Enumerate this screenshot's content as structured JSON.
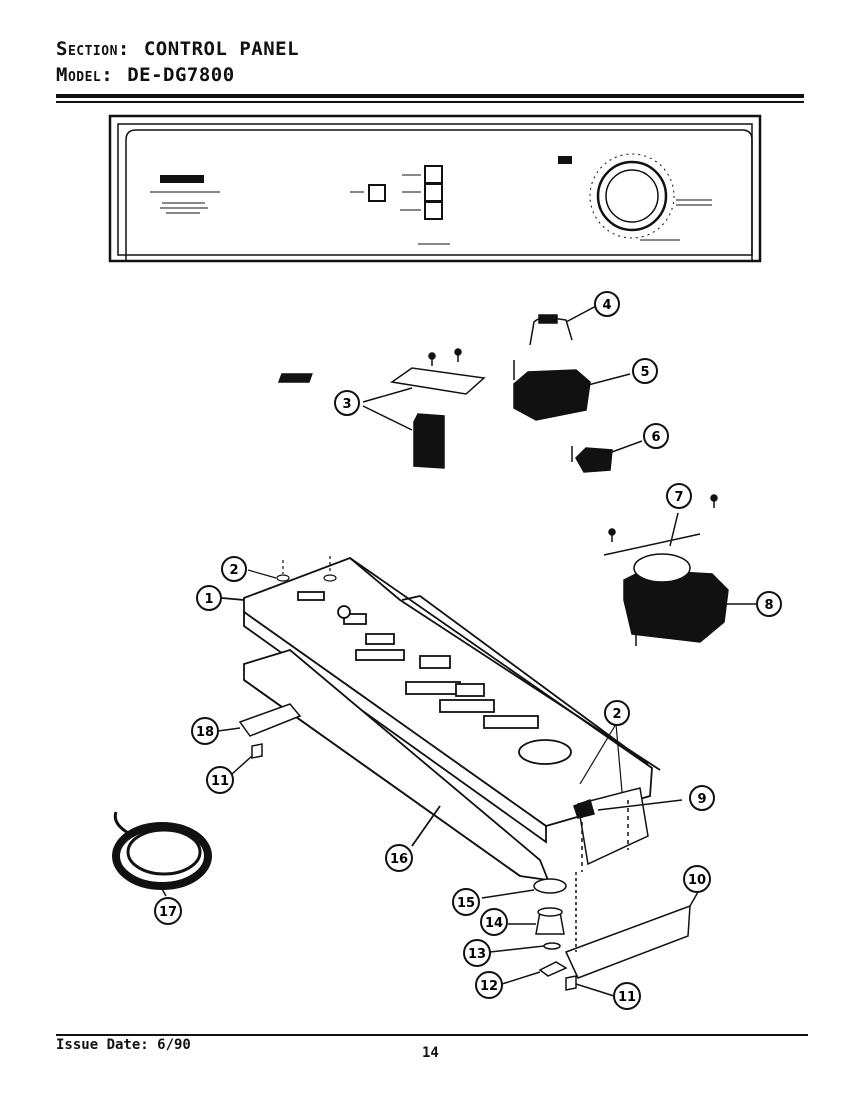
{
  "header": {
    "section_label": "Section:",
    "section_value": "CONTROL PANEL",
    "model_label": "Model:",
    "model_value": "DE-DG7800"
  },
  "footer": {
    "issue_date": "Issue Date: 6/90",
    "page_number": "14"
  },
  "callouts": [
    {
      "id": "c1",
      "label": "1"
    },
    {
      "id": "c2a",
      "label": "2"
    },
    {
      "id": "c2b",
      "label": "2"
    },
    {
      "id": "c3",
      "label": "3"
    },
    {
      "id": "c4",
      "label": "4"
    },
    {
      "id": "c5",
      "label": "5"
    },
    {
      "id": "c6",
      "label": "6"
    },
    {
      "id": "c7",
      "label": "7"
    },
    {
      "id": "c8",
      "label": "8"
    },
    {
      "id": "c9",
      "label": "9"
    },
    {
      "id": "c10",
      "label": "10"
    },
    {
      "id": "c11a",
      "label": "11"
    },
    {
      "id": "c11b",
      "label": "11"
    },
    {
      "id": "c12",
      "label": "12"
    },
    {
      "id": "c13",
      "label": "13"
    },
    {
      "id": "c14",
      "label": "14"
    },
    {
      "id": "c15",
      "label": "15"
    },
    {
      "id": "c16",
      "label": "16"
    },
    {
      "id": "c17",
      "label": "17"
    },
    {
      "id": "c18",
      "label": "18"
    }
  ]
}
